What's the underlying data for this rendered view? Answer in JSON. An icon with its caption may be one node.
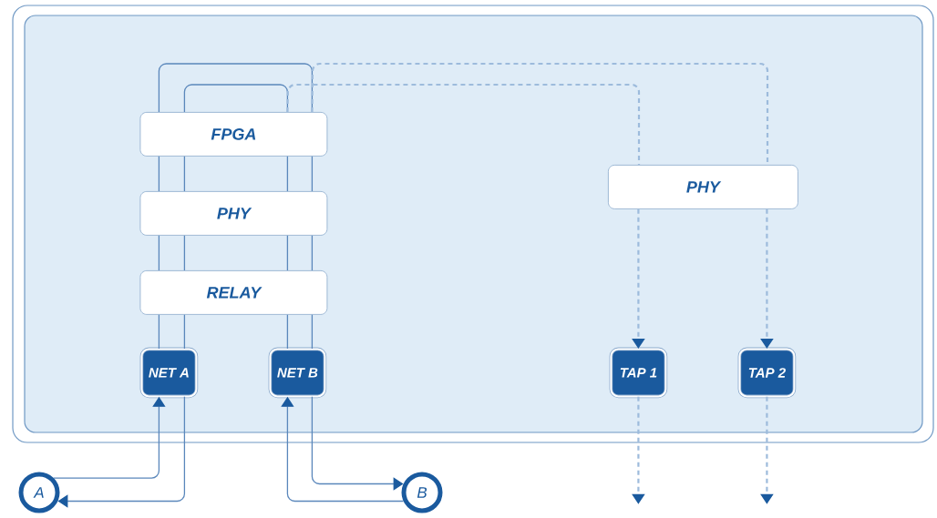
{
  "diagram": {
    "nodes": [
      {
        "text": [],
        "shape": "box"
      },
      {
        "text": [
          "FPGA"
        ],
        "in": 0
      },
      {
        "text": [
          "PHY"
        ],
        "in": 0
      },
      {
        "text": [
          "RELAY"
        ],
        "in": 0
      },
      {
        "text": [
          "NET A"
        ],
        "in": 0
      },
      {
        "text": [
          "NET B"
        ],
        "in": 0
      },
      {
        "text": [
          "PHY"
        ],
        "in": 0
      },
      {
        "text": [
          "TAP 1"
        ],
        "in": 0
      },
      {
        "text": [
          "TAP 2"
        ],
        "in": 0
      },
      {
        "text": [
          "A"
        ]
      },
      {
        "text": [
          "B"
        ]
      }
    ],
    "edges": [
      {
        "from": 4,
        "to": 3,
        "arrow": "none"
      },
      {
        "from": 4,
        "to": 3,
        "arrow": "none"
      },
      {
        "from": 5,
        "to": 3,
        "arrow": "none"
      },
      {
        "from": 5,
        "to": 3,
        "arrow": "none"
      },
      {
        "from": 3,
        "to": 2,
        "arrow": "none"
      },
      {
        "from": 3,
        "to": 2,
        "arrow": "none"
      },
      {
        "from": 3,
        "to": 2,
        "arrow": "none"
      },
      {
        "from": 3,
        "to": 2,
        "arrow": "none"
      },
      {
        "from": 2,
        "to": 1,
        "arrow": "none"
      },
      {
        "from": 2,
        "to": 1,
        "arrow": "none"
      },
      {
        "from": 2,
        "to": 1,
        "arrow": "none"
      },
      {
        "from": 2,
        "to": 1,
        "arrow": "none"
      },
      {
        "from": 1,
        "to": 1,
        "arrow": "none"
      },
      {
        "from": 1,
        "to": 1,
        "arrow": "none"
      },
      {
        "from": 1,
        "to": 6,
        "arrow": "none",
        "style": "dashed",
        "color": "#9dbbdc"
      },
      {
        "from": 1,
        "to": 6,
        "arrow": "none",
        "style": "dashed",
        "color": "#9dbbdc"
      },
      {
        "from": 6,
        "to": 7,
        "arrow": "to",
        "style": "dashed",
        "color": "#9dbbdc"
      },
      {
        "from": 6,
        "to": 8,
        "arrow": "to",
        "style": "dashed",
        "color": "#9dbbdc"
      },
      {
        "from": 7,
        "to": null,
        "arrow": "to",
        "style": "dashed",
        "color": "#9dbbdc"
      },
      {
        "from": 8,
        "to": null,
        "arrow": "to",
        "style": "dashed",
        "color": "#9dbbdc"
      },
      {
        "from": 9,
        "to": 4,
        "arrow": "to"
      },
      {
        "from": 4,
        "to": 9,
        "arrow": "to"
      },
      {
        "from": 10,
        "to": 5,
        "arrow": "to"
      },
      {
        "from": 5,
        "to": 10,
        "arrow": "to"
      }
    ]
  }
}
